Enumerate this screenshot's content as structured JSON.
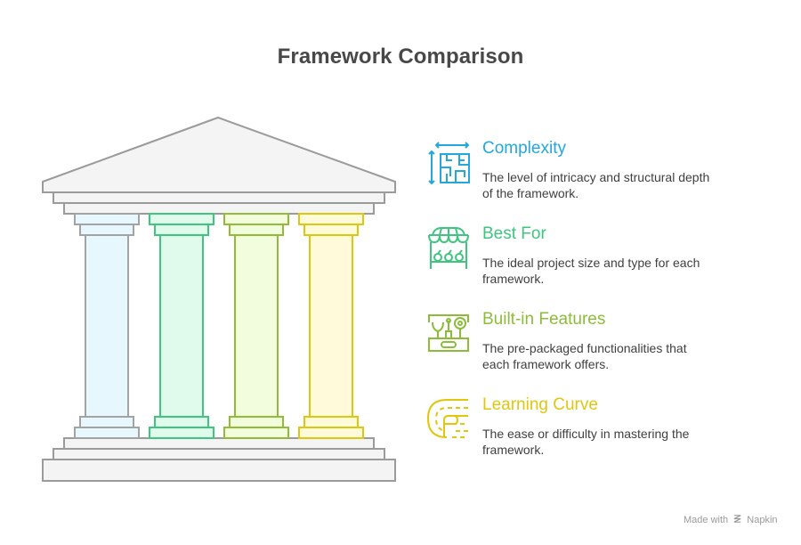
{
  "title": "Framework Comparison",
  "colors": {
    "roof_fill": "#f4f4f4",
    "roof_stroke": "#9b9b9b",
    "complexity": "#22a8dc",
    "best_for": "#3fc57f",
    "built_in": "#8cbd3a",
    "learning": "#dfc711"
  },
  "pillars": [
    {
      "name": "pillar-complexity",
      "stroke": "#a3a3a3",
      "fill": "#e7f7fe"
    },
    {
      "name": "pillar-best-for",
      "stroke": "#3fc57f",
      "fill": "#e0fbec"
    },
    {
      "name": "pillar-built-in-features",
      "stroke": "#94bb37",
      "fill": "#f1fddd"
    },
    {
      "name": "pillar-learning-curve",
      "stroke": "#dfc711",
      "fill": "#fffad9"
    }
  ],
  "items": [
    {
      "id": "complexity",
      "icon": "maze-icon",
      "heading": "Complexity",
      "description": "The level of intricacy and structural depth of the framework."
    },
    {
      "id": "best-for",
      "icon": "market-stall-icon",
      "heading": "Best For",
      "description": "The ideal project size and type for each framework."
    },
    {
      "id": "built-in-features",
      "icon": "toolbox-icon",
      "heading": "Built-in Features",
      "description": "The pre-packaged functionalities that each framework offers."
    },
    {
      "id": "learning-curve",
      "icon": "track-icon",
      "heading": "Learning Curve",
      "description": "The ease or difficulty in mastering the framework."
    }
  ],
  "footer": {
    "prefix": "Made with",
    "brand": "Napkin"
  }
}
